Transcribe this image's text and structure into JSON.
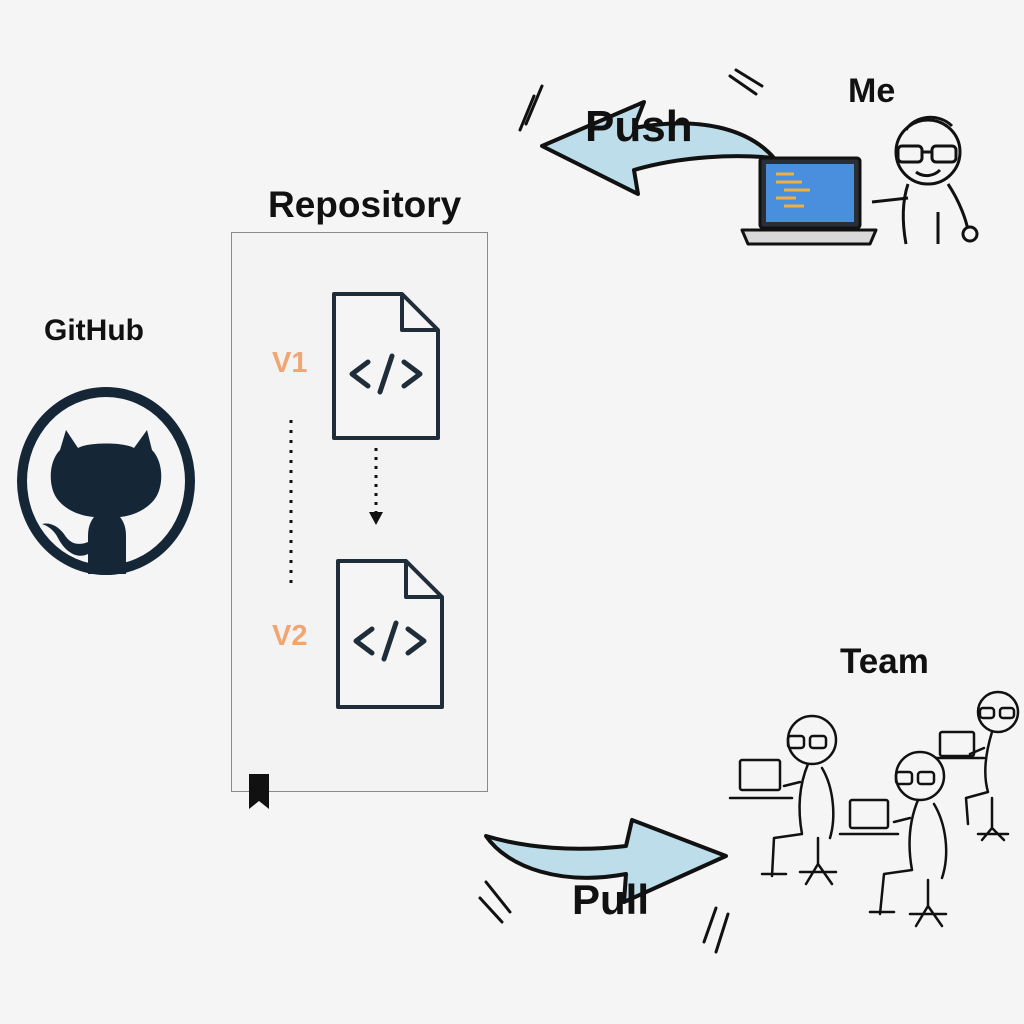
{
  "labels": {
    "github": "GitHub",
    "repository": "Repository",
    "me": "Me",
    "team": "Team",
    "push": "Push",
    "pull": "Pull",
    "v1": "V1",
    "v2": "V2"
  },
  "colors": {
    "arrow_fill": "#bcdde9",
    "arrow_stroke": "#111111",
    "version_label": "#f1a572",
    "github_icon": "#152636",
    "laptop_screen": "#4a8fdd",
    "file_stroke": "#1f2d3a",
    "background": "#f5f5f5"
  },
  "icons": {
    "github": "github-octocat-icon",
    "file": "code-file-icon",
    "bookmark": "bookmark-icon",
    "laptop": "laptop-icon"
  }
}
